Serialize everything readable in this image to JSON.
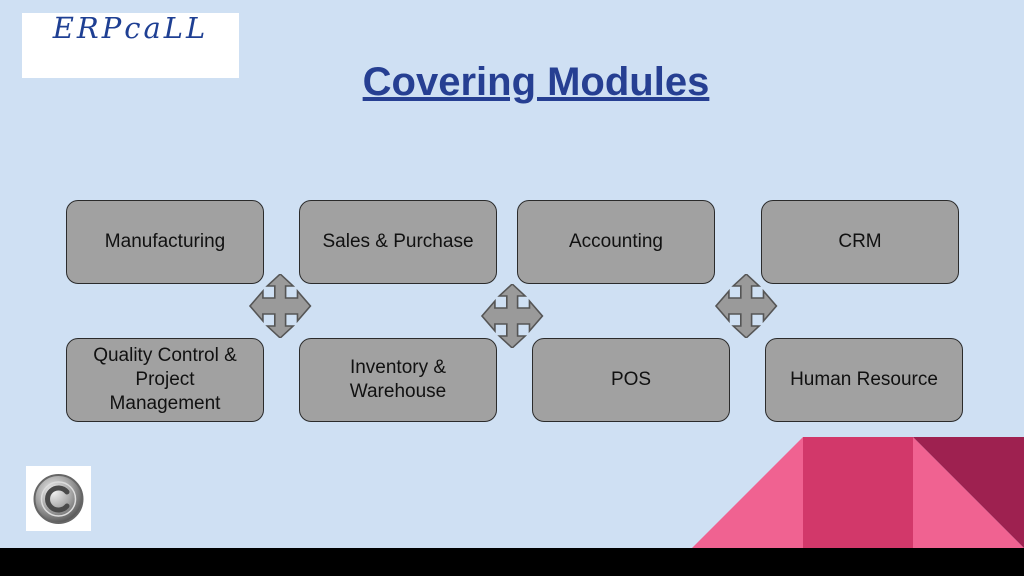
{
  "logo": {
    "text": "ERPcaLL"
  },
  "title": "Covering Modules",
  "modules": [
    {
      "label": "Manufacturing"
    },
    {
      "label": "Sales & Purchase"
    },
    {
      "label": "Accounting"
    },
    {
      "label": "CRM"
    },
    {
      "label": "Quality Control & Project Management"
    },
    {
      "label": "Inventory & Warehouse"
    },
    {
      "label": "POS"
    },
    {
      "label": "Human Resource"
    }
  ],
  "icons": {
    "arrows": "four-way-arrow-icon",
    "copyright": "copyright-icon"
  },
  "colors": {
    "background": "#cfe0f3",
    "title": "#263f92",
    "module_fill": "#a1a1a1",
    "accent_pink": "#f06291",
    "accent_crimson": "#d2386a",
    "accent_maroon": "#9e2150",
    "footer": "#000000"
  }
}
